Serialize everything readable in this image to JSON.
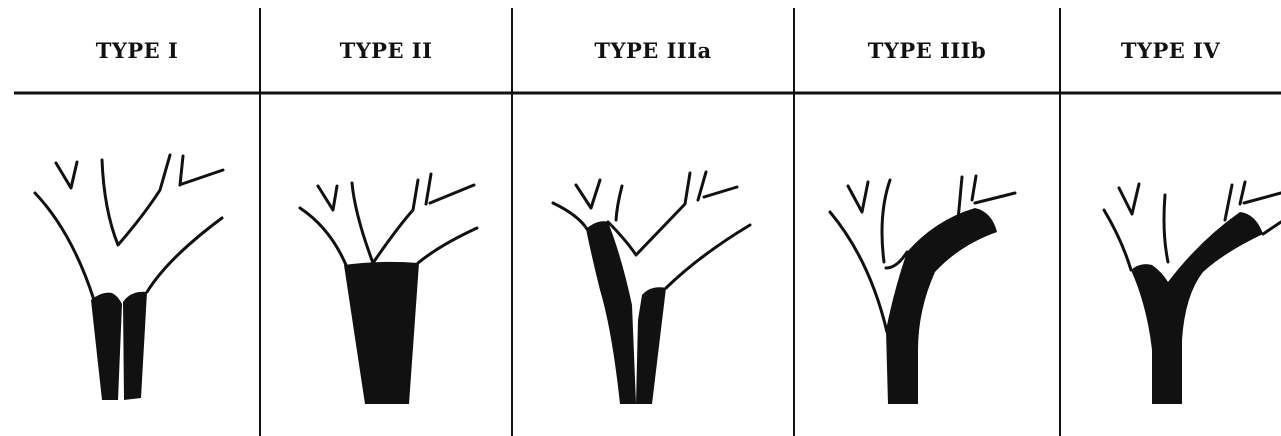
{
  "headers": {
    "type1": "TYPE I",
    "type2": "TYPE II",
    "type3a": "TYPE IIIa",
    "type3b": "TYPE IIIb",
    "type4": "TYPE IV"
  },
  "colors": {
    "ink": "#111111",
    "background": "#ffffff"
  }
}
